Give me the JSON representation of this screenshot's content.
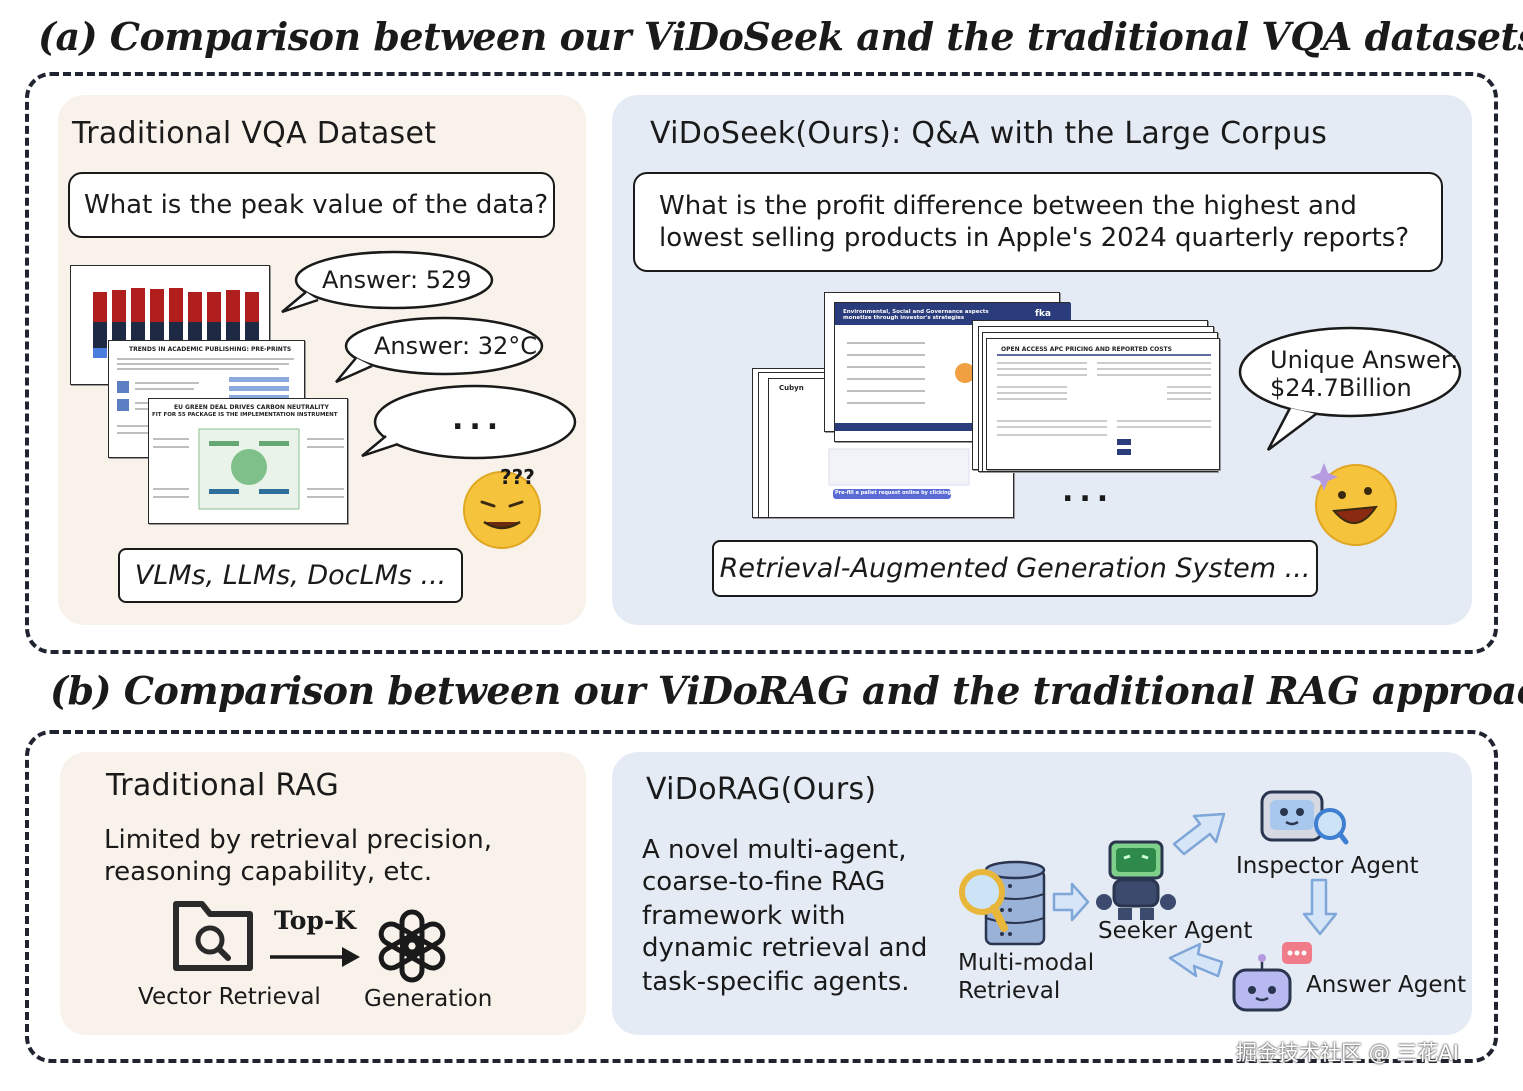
{
  "section_a": {
    "title": "(a) Comparison between our ViDoSeek and the traditional VQA datasets.",
    "left": {
      "title": "Traditional VQA Dataset",
      "question": "What is the peak value of the data?",
      "answers": [
        "Answer: 529",
        "Answer: 32°C",
        "..."
      ],
      "docs": {
        "preprints_banner": "TRENDS IN ACADEMIC PUBLISHING: PRE-PRINTS",
        "green_deal_banner_1": "EU GREEN DEAL DRIVES CARBON NEUTRALITY",
        "green_deal_banner_2": "FIT FOR 55 PACKAGE IS THE IMPLEMENTATION INSTRUMENT"
      },
      "models": "VLMs, LLMs, DocLMs ..."
    },
    "right": {
      "title": "ViDoSeek(Ours): Q&A with the Large Corpus",
      "question_line1": "What is the profit difference between the highest and",
      "question_line2": "lowest selling products in Apple's 2024 quarterly reports?",
      "docs": {
        "esg_banner": "Environmental, Social and Governance aspects monetize through investor's strategies",
        "fka_logo": "fka",
        "apc_banner": "OPEN ACCESS APC PRICING AND REPORTED COSTS",
        "cubyn_logo": "Cubyn",
        "cta_button": "Pre-fill a pallet request online by clicking here"
      },
      "more": "...",
      "answer_line1": "Unique Answer:",
      "answer_line2": "$24.7Billion",
      "system": "Retrieval-Augmented Generation System ..."
    }
  },
  "section_b": {
    "title": "(b) Comparison between our ViDoRAG and the traditional RAG approach.",
    "left": {
      "title": "Traditional RAG",
      "desc_line1": "Limited by retrieval precision,",
      "desc_line2": "reasoning capability, etc.",
      "topk": "Top-K",
      "vector_label": "Vector Retrieval",
      "generation_label": "Generation"
    },
    "right": {
      "title": "ViDoRAG(Ours)",
      "desc_lines": [
        "A novel multi-agent,",
        "coarse-to-fine RAG",
        "framework with",
        "dynamic retrieval and",
        "task-specific agents."
      ],
      "retrieval_label_1": "Multi-modal",
      "retrieval_label_2": "Retrieval",
      "seeker_label": "Seeker Agent",
      "inspector_label": "Inspector Agent",
      "answer_label": "Answer Agent"
    }
  },
  "watermark": "掘金技术社区 @ 三花AI",
  "colors": {
    "warm_panel": "#f8f2ea",
    "cool_panel": "#e5ebf5",
    "arrow_blue": "#a9c6ea",
    "bar_red": "#b01e1e",
    "bar_navy": "#1e2a44",
    "emoji_yellow": "#f6c33c"
  }
}
